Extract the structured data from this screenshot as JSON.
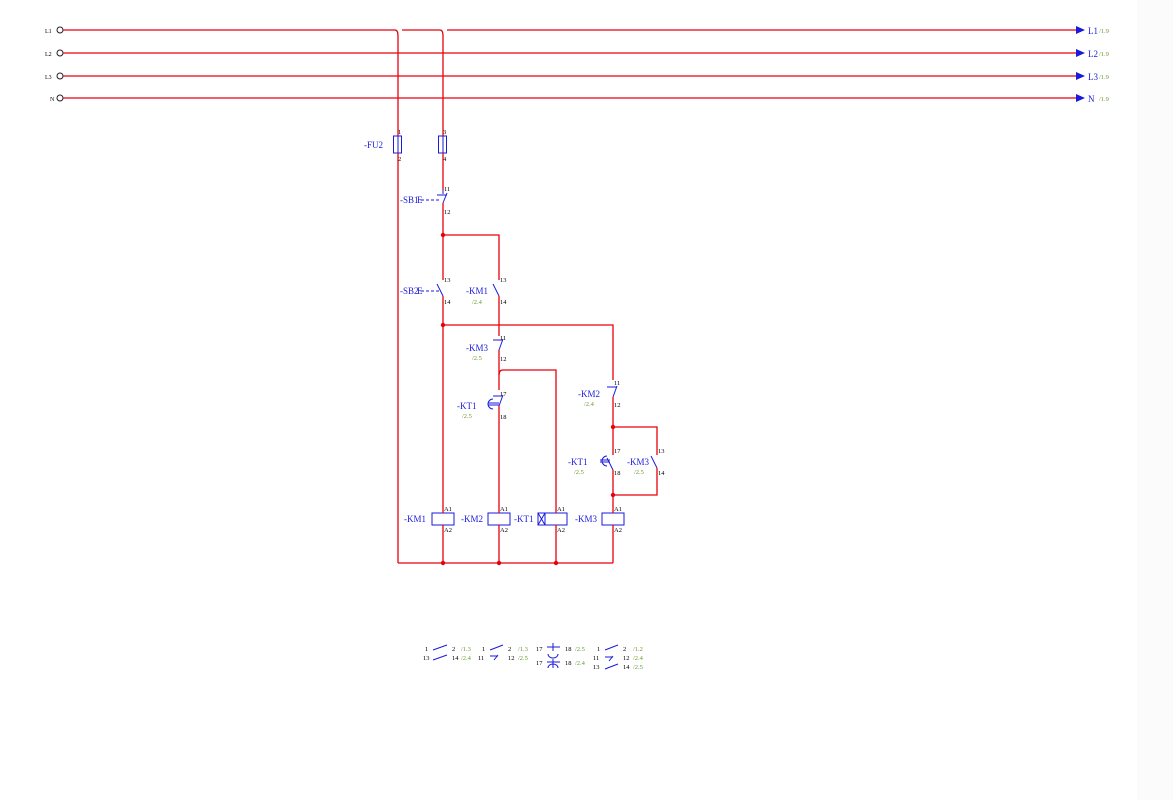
{
  "diagram": {
    "busbars": [
      {
        "left_label": "L1",
        "right_label": "L1",
        "ref": "/1.9"
      },
      {
        "left_label": "L2",
        "right_label": "L2",
        "ref": "/1.9"
      },
      {
        "left_label": "L3",
        "right_label": "L3",
        "ref": "/1.9"
      },
      {
        "left_label": "N",
        "right_label": "N",
        "ref": "/1.9"
      }
    ],
    "fuse": {
      "tag": "-FU2",
      "pins": [
        "1",
        "2",
        "3",
        "4"
      ]
    },
    "sb1": {
      "tag": "-SB1",
      "act": "E",
      "pins": [
        "11",
        "12"
      ]
    },
    "sb2": {
      "tag": "-SB2",
      "act": "E",
      "pins": [
        "13",
        "14"
      ]
    },
    "km1_contact": {
      "tag": "-KM1",
      "ref": "/2.4",
      "pins": [
        "13",
        "14"
      ]
    },
    "km3_contact": {
      "tag": "-KM3",
      "ref": "/2.5",
      "pins": [
        "11",
        "12"
      ]
    },
    "kt1_contact_a": {
      "tag": "-KT1",
      "ref": "/2.5",
      "pins": [
        "17",
        "18"
      ]
    },
    "km2_contact": {
      "tag": "-KM2",
      "ref": "/2.4",
      "pins": [
        "11",
        "12"
      ]
    },
    "kt1_contact_b": {
      "tag": "-KT1",
      "ref": "/2.5",
      "pins": [
        "17",
        "18"
      ]
    },
    "km3_contact_b": {
      "tag": "-KM3",
      "ref": "/2.5",
      "pins": [
        "13",
        "14"
      ]
    },
    "coils": [
      {
        "tag": "-KM1",
        "a1": "A1",
        "a2": "A2"
      },
      {
        "tag": "-KM2",
        "a1": "A1",
        "a2": "A2"
      },
      {
        "tag": "-KT1",
        "a1": "A1",
        "a2": "A2"
      },
      {
        "tag": "-KM3",
        "a1": "A1",
        "a2": "A2"
      }
    ],
    "xref_tables": [
      {
        "rows": [
          {
            "a": "1",
            "b": "2",
            "ref": "/1.3"
          },
          {
            "a": "13",
            "b": "14",
            "ref": "/2.4"
          }
        ]
      },
      {
        "rows": [
          {
            "a": "1",
            "b": "2",
            "ref": "/1.3"
          },
          {
            "a": "11",
            "b": "12",
            "ref": "/2.5"
          }
        ]
      },
      {
        "rows": [
          {
            "a": "17",
            "b": "18",
            "ref": "/2.5"
          },
          {
            "a": "17",
            "b": "18",
            "ref": "/2.4"
          }
        ]
      },
      {
        "rows": [
          {
            "a": "1",
            "b": "2",
            "ref": "/1.2"
          },
          {
            "a": "11",
            "b": "12",
            "ref": "/2.4"
          },
          {
            "a": "13",
            "b": "14",
            "ref": "/2.5"
          }
        ]
      }
    ]
  },
  "colors": {
    "wire": "#e8000b",
    "device": "#1a1adc",
    "reference": "#6a9a2e",
    "pin_text": "#000000"
  }
}
